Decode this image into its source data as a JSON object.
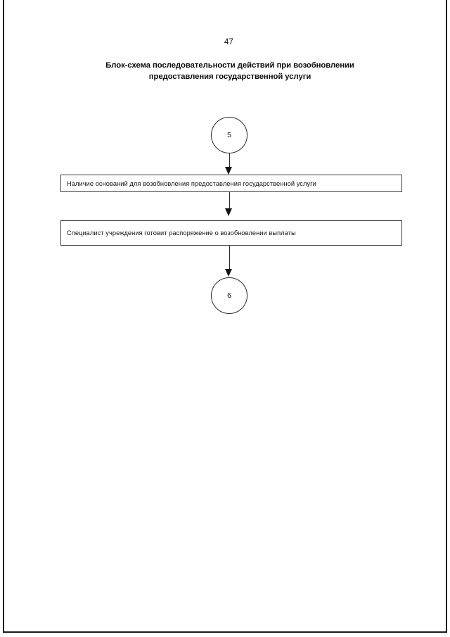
{
  "page": {
    "number": "47",
    "title_lines": [
      "Блок-схема последовательности действий при возобновлении",
      "предоставления государственной услуги"
    ]
  },
  "flowchart": {
    "type": "flowchart",
    "orientation": "top-to-bottom",
    "nodes": [
      {
        "id": "circle-5",
        "shape": "circle",
        "label": "5"
      },
      {
        "id": "box-grounds",
        "shape": "rectangle",
        "label": "Наличие оснований для возобновления предоставления государственной услуги"
      },
      {
        "id": "box-specialist",
        "shape": "rectangle",
        "label": "Специалист учреждения готовит распоряжение о возобновлении выплаты"
      },
      {
        "id": "circle-6",
        "shape": "circle",
        "label": "6"
      }
    ],
    "connectors": [
      {
        "from": "circle-5",
        "to": "box-grounds",
        "arrow": "down"
      },
      {
        "from": "box-grounds",
        "to": "box-specialist",
        "arrow": "down"
      },
      {
        "from": "box-specialist",
        "to": "circle-6",
        "arrow": "down"
      }
    ]
  },
  "colors": {
    "text": "#111111",
    "stroke": "#2b2b2b",
    "background": "#ffffff",
    "scan_edge": "#1a1a1a"
  }
}
